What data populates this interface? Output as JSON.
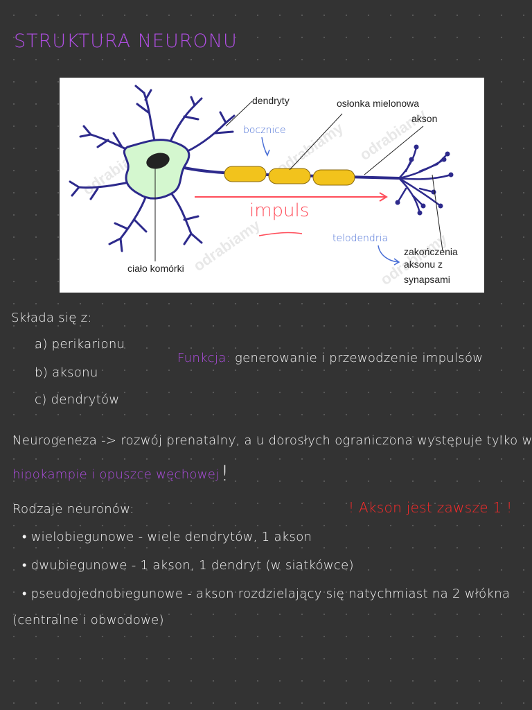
{
  "title": "STRUKTURA NEURONU",
  "figure": {
    "labels": {
      "dendrites": "dendryty",
      "myelin": "osłonka mielonowa",
      "axon": "akson",
      "cell_body": "ciało komórki",
      "endings": [
        "zakończenia",
        "aksonu z",
        "synapsami"
      ]
    },
    "handwritten": {
      "nodes": "bocznice",
      "impulse": "impuls",
      "telodendria": "telodendria"
    },
    "watermark": "odrabiamy"
  },
  "notes": {
    "consists": "Składa się z:",
    "items": [
      "a) perikarionu",
      "b) aksonu",
      "c) dendrytów"
    ],
    "function_label": "Funkcja:",
    "function_text": "generowanie i przewodzenie impulsów",
    "neurogenesis_line1": "Neurogeneza -> rozwój prenatalny, a u dorosłych ograniczona występuje tylko w",
    "neurogenesis_line2": "hipokampie i opuszce węchowej",
    "neurogenesis_excl": "!",
    "types_title": "Rodzaje neuronów:",
    "axon_note": "! Akson jest zawsze 1 !",
    "types": [
      "• wielobiegunowe - wiele dendrytów, 1 akson",
      "• dwubiegunowe - 1 akson, 1 dendryt (w siatkówce)",
      "• pseudojednobiegunowe - akson rozdzielający się natychmiast na 2 włókna"
    ],
    "types_cont": "(centralne i obwodowe)"
  },
  "colors": {
    "background": "#333333",
    "accent_purple": "#b04ee3",
    "accent_red": "#ff2a2a",
    "neuron_blue": "#2d2a8c",
    "soma_green": "#d4f7cf",
    "myelin_yellow": "#f2c31c"
  }
}
